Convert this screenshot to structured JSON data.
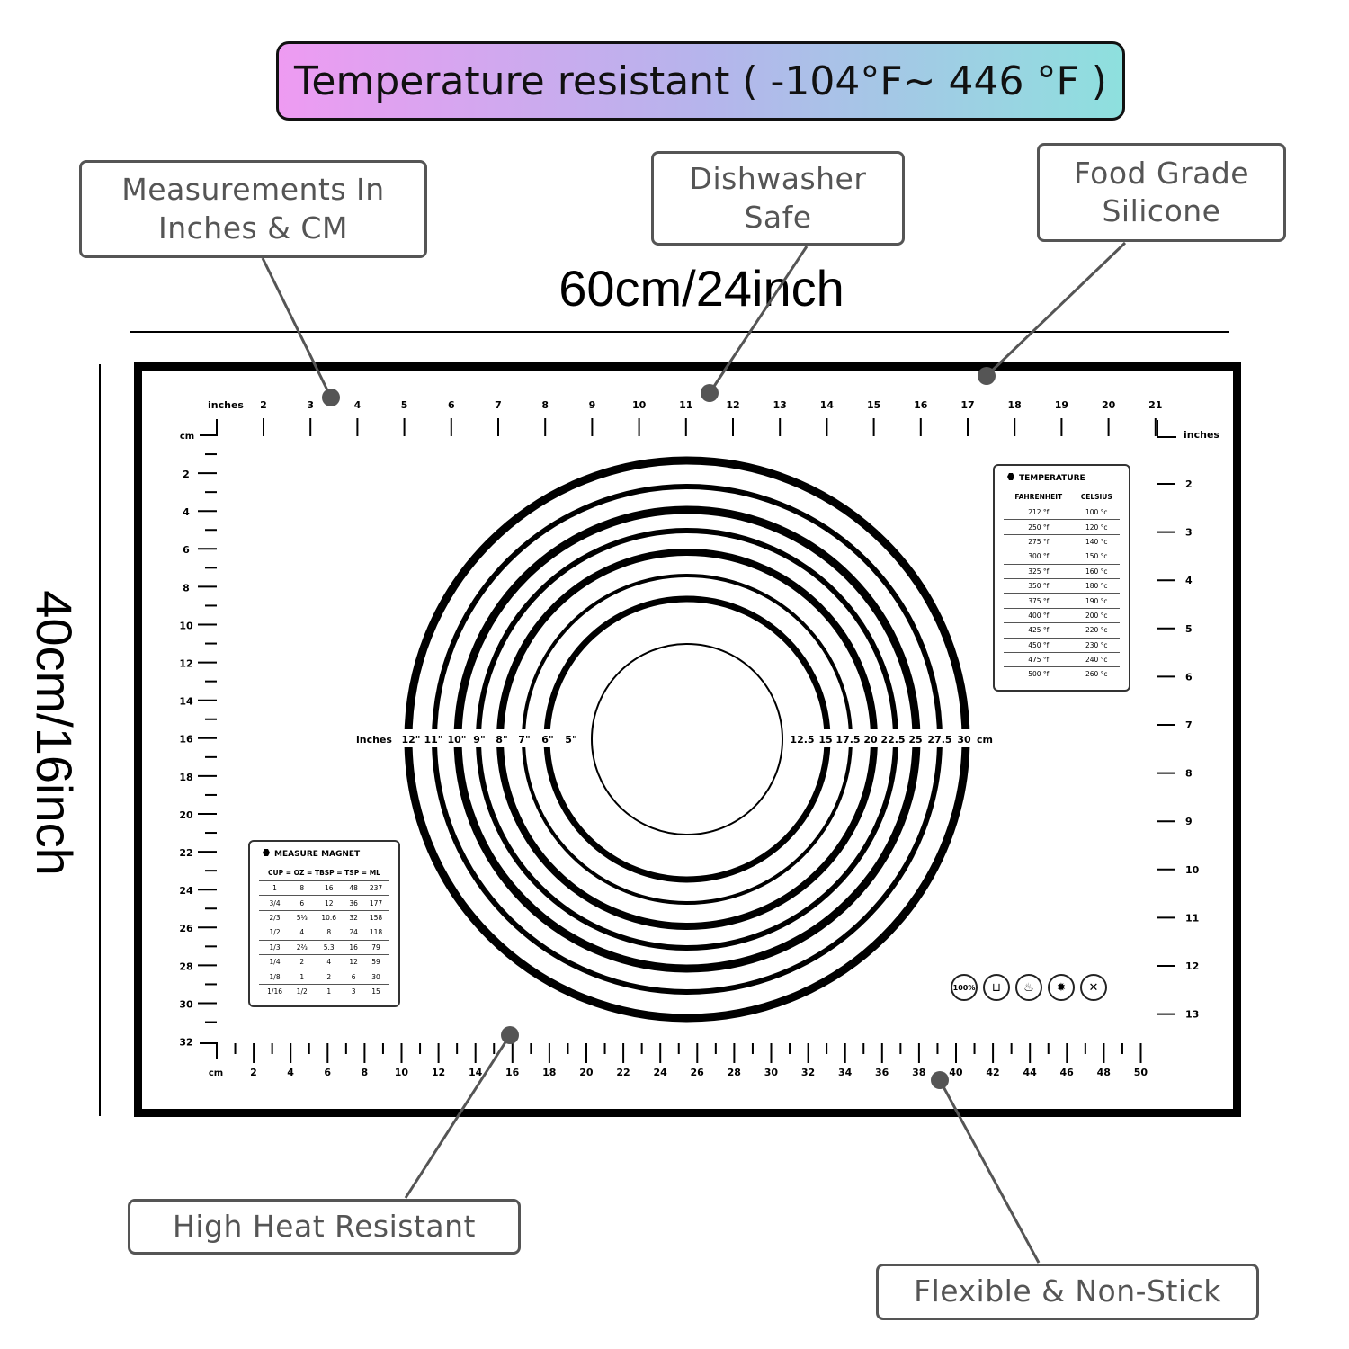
{
  "banner": {
    "text": "Temperature resistant ( -104°F~ 446 °F )",
    "gradient": [
      "#ee9bf2",
      "#b6b4ec",
      "#8ee0de"
    ]
  },
  "callouts": {
    "measurements": [
      "Measurements In",
      "Inches & CM"
    ],
    "dishwasher": [
      "Dishwasher",
      "Safe"
    ],
    "food_grade": [
      "Food Grade",
      "Silicone"
    ],
    "high_heat": "High Heat Resistant",
    "flexible": "Flexible & Non-Stick"
  },
  "dimensions": {
    "width": "60cm/24inch",
    "height": "40cm/16inch"
  },
  "mat": {
    "top_ruler": {
      "label": "inches",
      "numbers": [
        "2",
        "3",
        "4",
        "5",
        "6",
        "7",
        "8",
        "9",
        "10",
        "11",
        "12",
        "13",
        "14",
        "15",
        "16",
        "17",
        "18",
        "19",
        "20",
        "21"
      ]
    },
    "top_right_label": "inches",
    "left_ruler": {
      "label": "cm",
      "numbers": [
        "2",
        "4",
        "6",
        "8",
        "10",
        "12",
        "14",
        "16",
        "18",
        "20",
        "22",
        "24",
        "26",
        "28",
        "30",
        "32"
      ]
    },
    "bottom_ruler": {
      "label": "cm",
      "numbers": [
        "2",
        "4",
        "6",
        "8",
        "10",
        "12",
        "14",
        "16",
        "18",
        "20",
        "22",
        "24",
        "26",
        "28",
        "30",
        "32",
        "34",
        "36",
        "38",
        "40",
        "42",
        "44",
        "46",
        "48",
        "50"
      ]
    },
    "right_ruler": {
      "numbers": [
        "2",
        "3",
        "4",
        "5",
        "6",
        "7",
        "8",
        "9",
        "10",
        "11",
        "12",
        "13"
      ]
    },
    "circle_labels_left": {
      "label": "inches",
      "values": [
        "12\"",
        "11\"",
        "10\"",
        "9\"",
        "8\"",
        "7\"",
        "6\"",
        "5\""
      ]
    },
    "circle_labels_right": {
      "values": [
        "12.5",
        "15",
        "17.5",
        "20",
        "22.5",
        "25",
        "27.5",
        "30"
      ],
      "unit": "cm"
    },
    "temperature_table": {
      "title": "TEMPERATURE",
      "headers": [
        "FAHRENHEIT",
        "CELSIUS"
      ],
      "rows": [
        [
          "212 °f",
          "100 °c"
        ],
        [
          "250 °f",
          "120 °c"
        ],
        [
          "275 °f",
          "140 °c"
        ],
        [
          "300 °f",
          "150 °c"
        ],
        [
          "325 °f",
          "160 °c"
        ],
        [
          "350 °f",
          "180 °c"
        ],
        [
          "375 °f",
          "190 °c"
        ],
        [
          "400 °f",
          "200 °c"
        ],
        [
          "425 °f",
          "220 °c"
        ],
        [
          "450 °f",
          "230 °c"
        ],
        [
          "475 °f",
          "240 °c"
        ],
        [
          "500 °f",
          "260 °c"
        ]
      ]
    },
    "measure_table": {
      "title": "MEASURE MAGNET",
      "header": "CUP = OZ = TBSP = TSP = ML",
      "rows": [
        [
          "1",
          "8",
          "16",
          "48",
          "237"
        ],
        [
          "3/4",
          "6",
          "12",
          "36",
          "177"
        ],
        [
          "2/3",
          "5⅓",
          "10.6",
          "32",
          "158"
        ],
        [
          "1/2",
          "4",
          "8",
          "24",
          "118"
        ],
        [
          "1/3",
          "2⅔",
          "5.3",
          "16",
          "79"
        ],
        [
          "1/4",
          "2",
          "4",
          "12",
          "59"
        ],
        [
          "1/8",
          "1",
          "2",
          "6",
          "30"
        ],
        [
          "1/16",
          "1/2",
          "1",
          "3",
          "15"
        ]
      ]
    },
    "badge_icons": [
      {
        "icon": "silicone-100-badge-icon",
        "text": "100%"
      },
      {
        "icon": "dishwasher-icon",
        "text": ""
      },
      {
        "icon": "thermometer-icon",
        "text": ""
      },
      {
        "icon": "flame-icon",
        "text": ""
      },
      {
        "icon": "utensils-icon",
        "text": ""
      }
    ]
  }
}
